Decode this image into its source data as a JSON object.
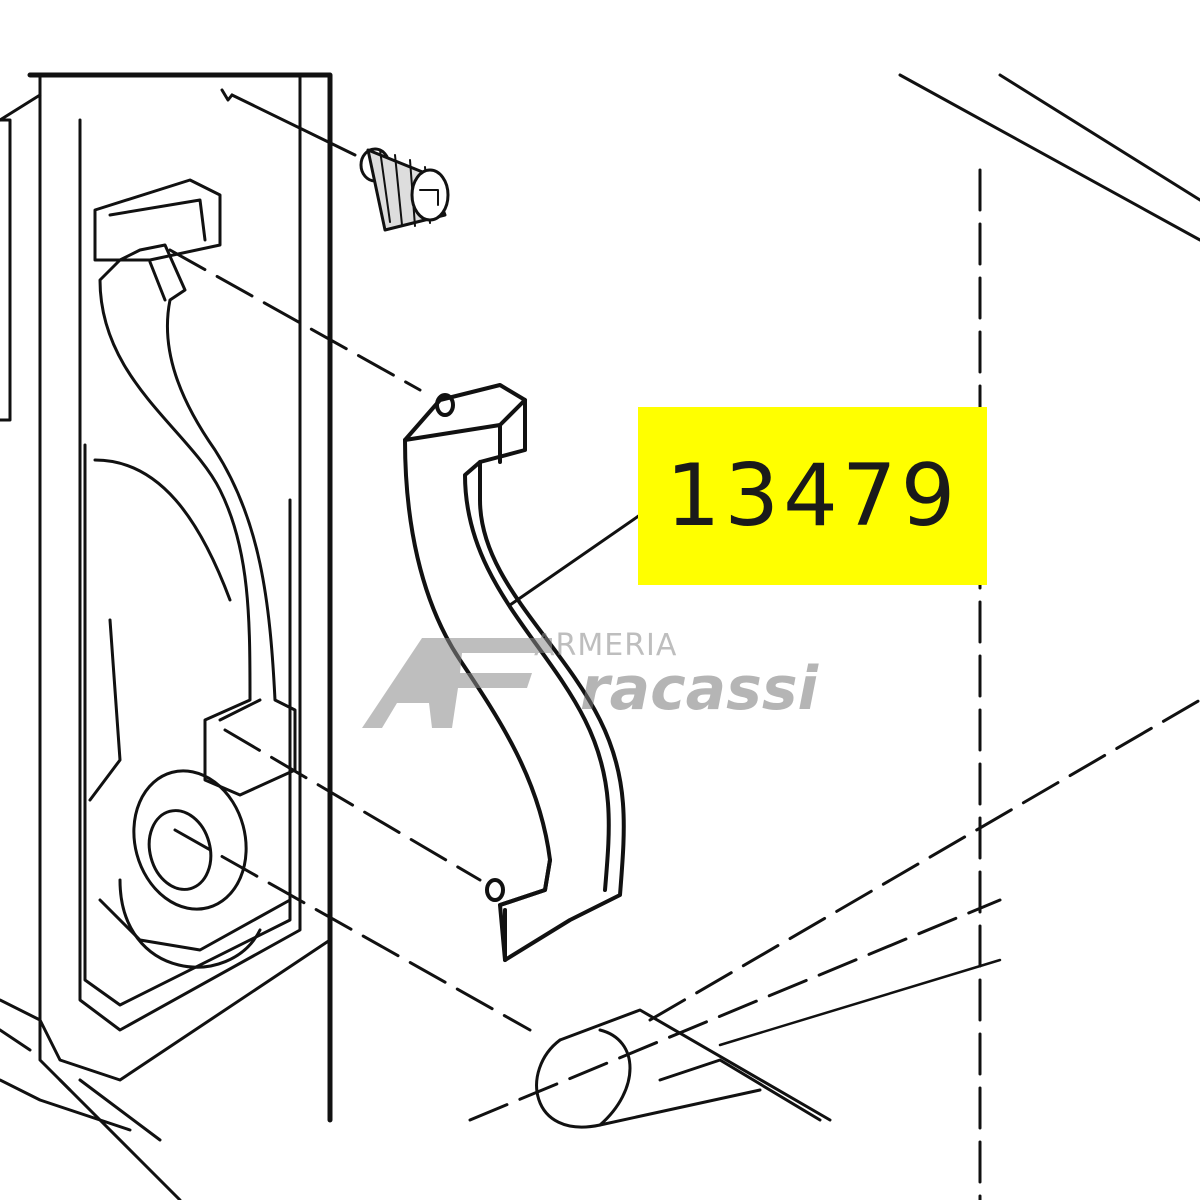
{
  "callout": {
    "part_number": "13479",
    "highlight_color": "#ffff00"
  },
  "watermark": {
    "line1": "ARMERIA",
    "line2": "racassi",
    "logo_letters": "AF",
    "color": "#8a8a8a"
  },
  "colors": {
    "line": "#111111",
    "background": "#ffffff"
  }
}
